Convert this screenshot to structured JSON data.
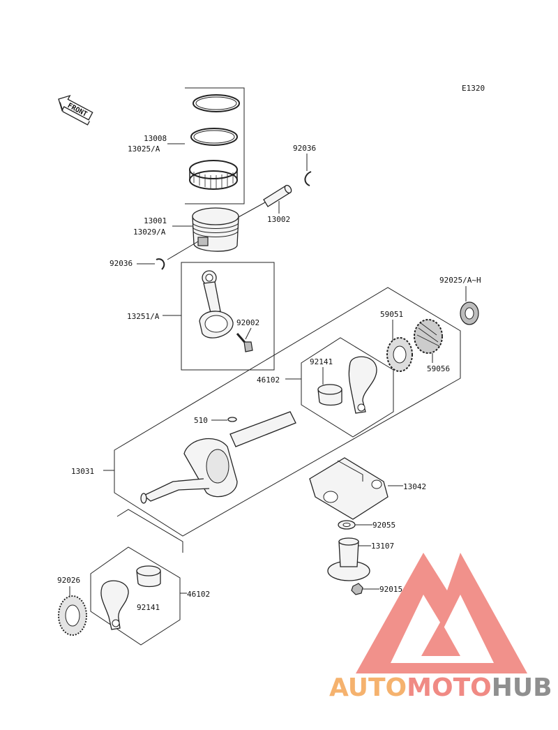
{
  "diagram_code": "E1320",
  "front_label": "FRONT",
  "labels": {
    "p13008": "13008",
    "p13025": "13025/A",
    "p92036_top": "92036",
    "p13002": "13002",
    "p13001": "13001",
    "p13029": "13029/A",
    "p92036_left": "92036",
    "p13251": "13251/A",
    "p92002": "92002",
    "p92025": "92025/A~H",
    "p59051": "59051",
    "p59056": "59056",
    "p92141_top": "92141",
    "p46102_top": "46102",
    "p510": "510",
    "p13031": "13031",
    "p13042": "13042",
    "p92055": "92055",
    "p13107": "13107",
    "p92015": "92015",
    "p92026": "92026",
    "p92141_bottom": "92141",
    "p46102_bottom": "46102"
  },
  "watermark": {
    "part1": "AUTO",
    "part2": "MOTO",
    "part3": "HUB",
    "colors": {
      "auto": "#f5b26e",
      "moto": "#f08a84",
      "hub": "#8f8f8f",
      "triangle": "#f0867f"
    }
  }
}
